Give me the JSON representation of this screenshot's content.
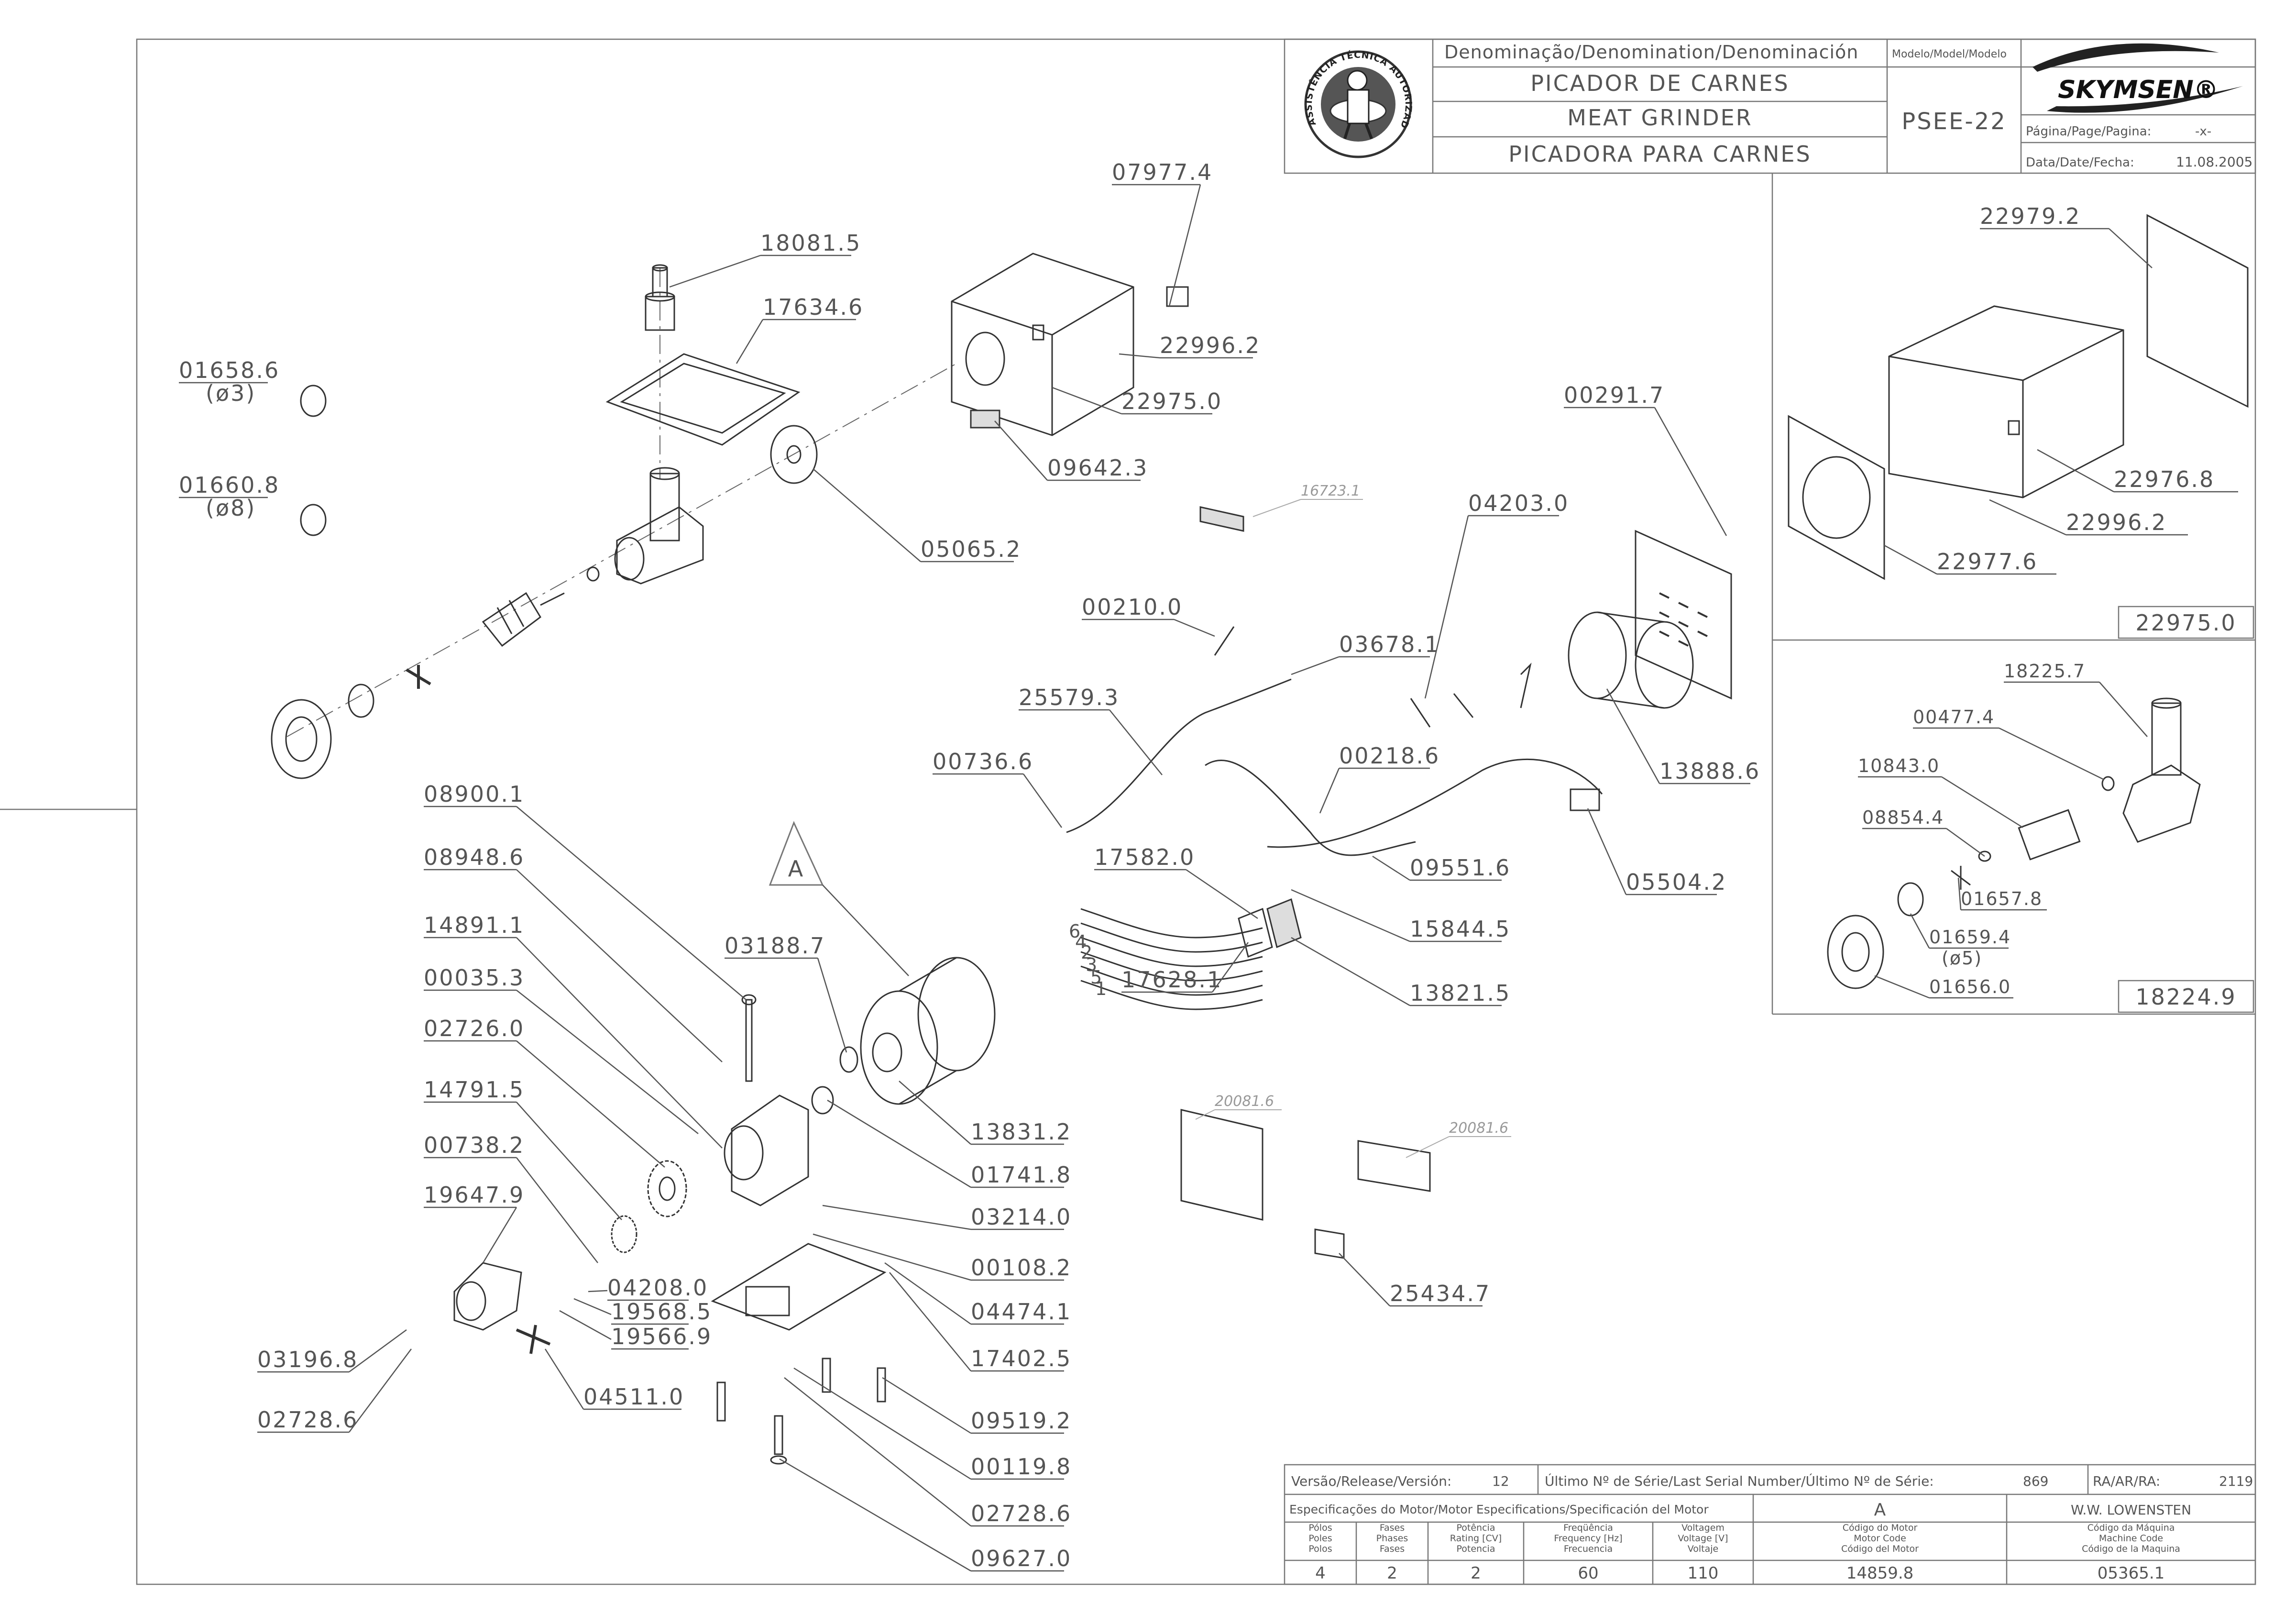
{
  "title_block": {
    "denomination_header": "Denominação/Denomination/Denominación",
    "name_pt": "PICADOR DE CARNES",
    "name_en": "MEAT GRINDER",
    "name_es": "PICADORA PARA CARNES",
    "model_header": "Modelo/Model/Modelo",
    "model": "PSEE-22",
    "brand": "SKYMSEN®",
    "page_label": "Página/Page/Pagina:",
    "page_value": "-x-",
    "date_label": "Data/Date/Fecha:",
    "date_value": "11.08.2005",
    "seal_text": "ASSISTÊNCIA TÉCNICA AUTORIZADA"
  },
  "part_labels": [
    {
      "id": "p07977",
      "text": "07977.4"
    },
    {
      "id": "p18081",
      "text": "18081.5"
    },
    {
      "id": "p17634",
      "text": "17634.6"
    },
    {
      "id": "p01658",
      "text": "01658.6"
    },
    {
      "id": "p01658d",
      "text": "(ø3)"
    },
    {
      "id": "p01660",
      "text": "01660.8"
    },
    {
      "id": "p01660d",
      "text": "(ø8)"
    },
    {
      "id": "p22996a",
      "text": "22996.2"
    },
    {
      "id": "p22975a",
      "text": "22975.0"
    },
    {
      "id": "p09642",
      "text": "09642.3"
    },
    {
      "id": "p05065",
      "text": "05065.2"
    },
    {
      "id": "p00291",
      "text": "00291.7"
    },
    {
      "id": "p04203",
      "text": "04203.0"
    },
    {
      "id": "p00210",
      "text": "00210.0"
    },
    {
      "id": "p03678",
      "text": "03678.1"
    },
    {
      "id": "p25579",
      "text": "25579.3"
    },
    {
      "id": "p00736",
      "text": "00736.6"
    },
    {
      "id": "p00218",
      "text": "00218.6"
    },
    {
      "id": "p13888",
      "text": "13888.6"
    },
    {
      "id": "p09551",
      "text": "09551.6"
    },
    {
      "id": "p05504",
      "text": "05504.2"
    },
    {
      "id": "p17582",
      "text": "17582.0"
    },
    {
      "id": "p15844",
      "text": "15844.5"
    },
    {
      "id": "p13821",
      "text": "13821.5"
    },
    {
      "id": "p17628",
      "text": "17628.1"
    },
    {
      "id": "p08900",
      "text": "08900.1"
    },
    {
      "id": "p08948",
      "text": "08948.6"
    },
    {
      "id": "p14891",
      "text": "14891.1"
    },
    {
      "id": "p00035",
      "text": "00035.3"
    },
    {
      "id": "p02726",
      "text": "02726.0"
    },
    {
      "id": "p14791",
      "text": "14791.5"
    },
    {
      "id": "p00738",
      "text": "00738.2"
    },
    {
      "id": "p19647",
      "text": "19647.9"
    },
    {
      "id": "p03196",
      "text": "03196.8"
    },
    {
      "id": "p02728a",
      "text": "02728.6"
    },
    {
      "id": "p03188",
      "text": "03188.7"
    },
    {
      "id": "p13831",
      "text": "13831.2"
    },
    {
      "id": "p01741",
      "text": "01741.8"
    },
    {
      "id": "p03214",
      "text": "03214.0"
    },
    {
      "id": "p00108",
      "text": "00108.2"
    },
    {
      "id": "p04474",
      "text": "04474.1"
    },
    {
      "id": "p17402",
      "text": "17402.5"
    },
    {
      "id": "p09519",
      "text": "09519.2"
    },
    {
      "id": "p00119",
      "text": "00119.8"
    },
    {
      "id": "p02728b",
      "text": "02728.6"
    },
    {
      "id": "p09627",
      "text": "09627.0"
    },
    {
      "id": "p04208",
      "text": "04208.0"
    },
    {
      "id": "p19568",
      "text": "19568.5"
    },
    {
      "id": "p19566",
      "text": "19566.9"
    },
    {
      "id": "p04511",
      "text": "04511.0"
    },
    {
      "id": "p25434",
      "text": "25434.7"
    },
    {
      "id": "pA",
      "text": "A"
    },
    {
      "id": "w6",
      "text": "6"
    },
    {
      "id": "w4",
      "text": "4"
    },
    {
      "id": "w2",
      "text": "2"
    },
    {
      "id": "w3",
      "text": "3"
    },
    {
      "id": "w5",
      "text": "5"
    },
    {
      "id": "w1",
      "text": "1"
    }
  ],
  "minor_labels": {
    "l16723": "16723.1",
    "l20081a": "20081.6",
    "l20081b": "20081.6"
  },
  "inset_housing": {
    "labels": {
      "l22979": "22979.2",
      "l22976": "22976.8",
      "l22996": "22996.2",
      "l22977": "22977.6"
    },
    "assembly_code": "22975.0"
  },
  "inset_head": {
    "labels": {
      "l18225": "18225.7",
      "l00477": "00477.4",
      "l10843": "10843.0",
      "l08854": "08854.4",
      "l01657": "01657.8",
      "l01659": "01659.4",
      "l01659d": "(ø5)",
      "l01656": "01656.0"
    },
    "assembly_code": "18224.9"
  },
  "footer": {
    "release_label": "Versão/Release/Versión:",
    "release_value": "12",
    "serial_label": "Último Nº de Série/Last Serial Number/Último Nº de Série:",
    "serial_value": "869",
    "ra_label": "RA/AR/RA:",
    "ra_value": "2119",
    "motor_spec_label": "Especificações do Motor/Motor Especifications/Specificación del Motor",
    "motor_variant": "A",
    "author": "W.W. LOWENSTEN",
    "columns": [
      {
        "h1": "Pólos",
        "h2": "Poles",
        "h3": "Polos",
        "value": "4"
      },
      {
        "h1": "Fases",
        "h2": "Phases",
        "h3": "Fases",
        "value": "2"
      },
      {
        "h1": "Potência",
        "h2": "Rating [CV]",
        "h3": "Potencia",
        "value": "2"
      },
      {
        "h1": "Freqüência",
        "h2": "Frequency [Hz]",
        "h3": "Frecuencia",
        "value": "60"
      },
      {
        "h1": "Voltagem",
        "h2": "Voltage [V]",
        "h3": "Voltaje",
        "value": "110"
      },
      {
        "h1": "Código do Motor",
        "h2": "Motor Code",
        "h3": "Código del Motor",
        "value": "14859.8"
      },
      {
        "h1": "Código da Máquina",
        "h2": "Machine Code",
        "h3": "Código de la Maquina",
        "value": "05365.1"
      }
    ]
  }
}
